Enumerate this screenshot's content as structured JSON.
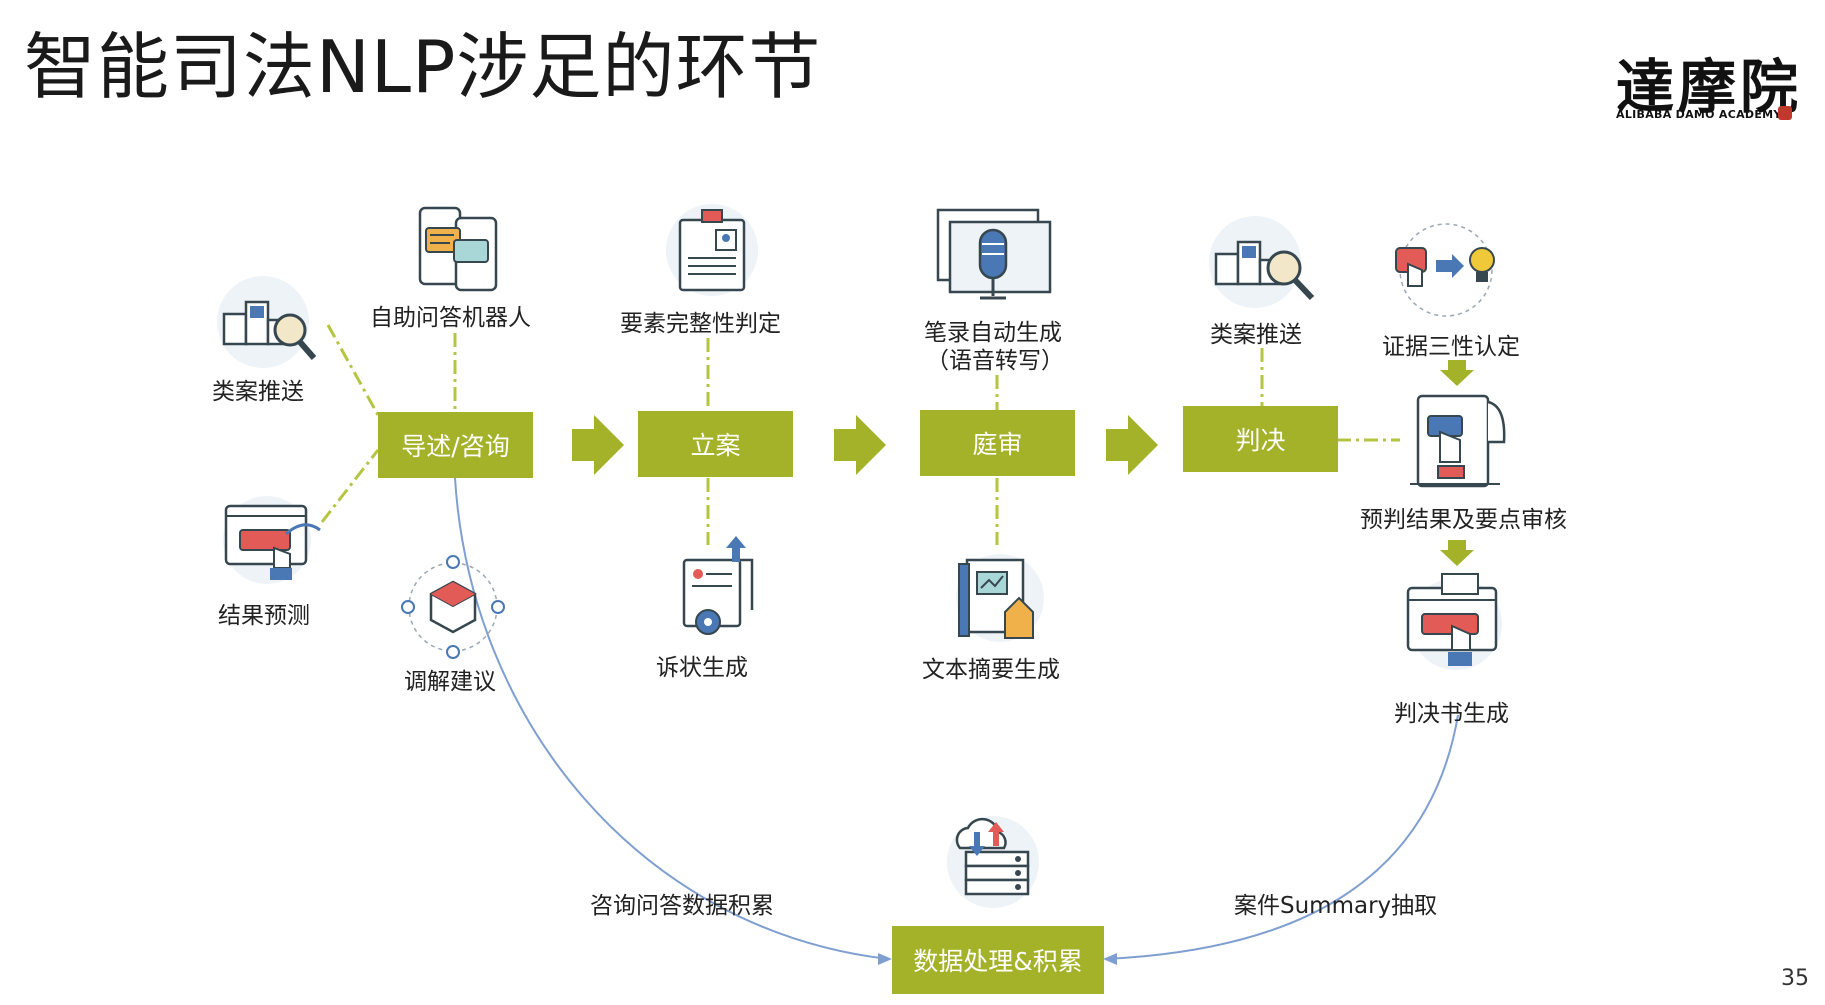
{
  "title": "智能司法NLP涉足的环节",
  "logo": {
    "text": "達摩院",
    "subtitle": "ALIBABA DAMO ACADEMY"
  },
  "page_number": "35",
  "colors": {
    "stage": "#a4b22a",
    "connector": "#b5c540",
    "flow_line": "#7f9fd0"
  },
  "stages": {
    "guide": "导述/咨询",
    "filing": "立案",
    "trial": "庭审",
    "verdict": "判决",
    "data": "数据处理&积累"
  },
  "nodes": {
    "similar_cases_left": "类案推送",
    "qa_robot": "自助问答机器人",
    "result_prediction": "结果预测",
    "mediation": "调解建议",
    "completeness": "要素完整性判定",
    "complaint_gen": "诉状生成",
    "transcript_line1": "笔录自动生成",
    "transcript_line2": "（语音转写）",
    "summary_gen": "文本摘要生成",
    "similar_cases_right": "类案推送",
    "evidence": "证据三性认定",
    "pre_judgment": "预判结果及要点审核",
    "judgment_doc": "判决书生成"
  },
  "flows": {
    "left": "咨询问答数据积累",
    "right": "案件Summary抽取"
  },
  "icons": [
    "similar-case-icon",
    "chat-phones-icon",
    "outcome-predict-icon",
    "mediation-network-icon",
    "resume-document-icon",
    "document-gear-icon",
    "microphone-transcript-icon",
    "summary-book-icon",
    "idea-evidence-icon",
    "stamp-document-icon",
    "judgment-click-icon",
    "cloud-server-icon"
  ]
}
